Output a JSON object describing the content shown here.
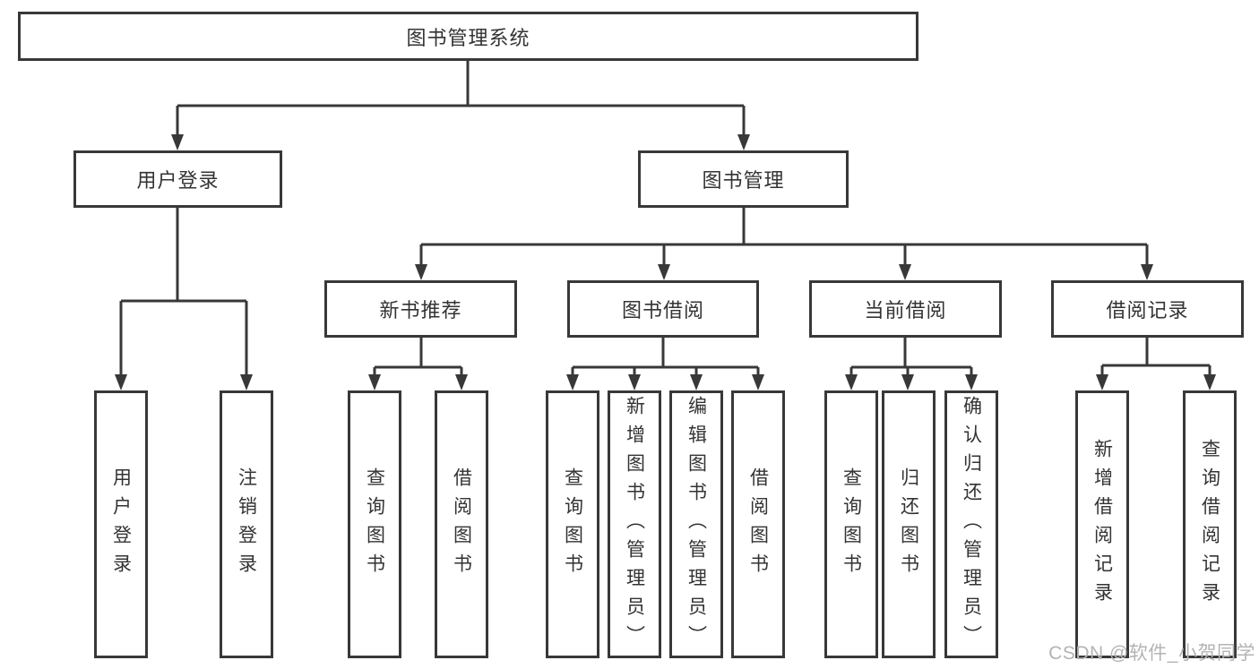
{
  "diagram": {
    "root": "图书管理系统",
    "branches": {
      "user_login": "用户登录",
      "book_mgmt": "图书管理"
    },
    "modules": {
      "new_book_rec": "新书推荐",
      "book_borrow": "图书借阅",
      "current_borrow": "当前借阅",
      "borrow_records": "借阅记录"
    },
    "leaves": {
      "user_login": "用户登录",
      "logout": "注销登录",
      "rec_query": "查询图书",
      "rec_borrow": "借阅图书",
      "bb_query": "查询图书",
      "bb_add": "新增图书（管理员）",
      "bb_edit": "编辑图书（管理员）",
      "bb_borrow": "借阅图书",
      "cb_query": "查询图书",
      "cb_return": "归还图书",
      "cb_confirm": "确认归还（管理员）",
      "br_add": "新增借阅记录",
      "br_query": "查询借阅记录"
    },
    "line_color": "#383838"
  },
  "watermark": "CSDN @软件_小贺同学"
}
